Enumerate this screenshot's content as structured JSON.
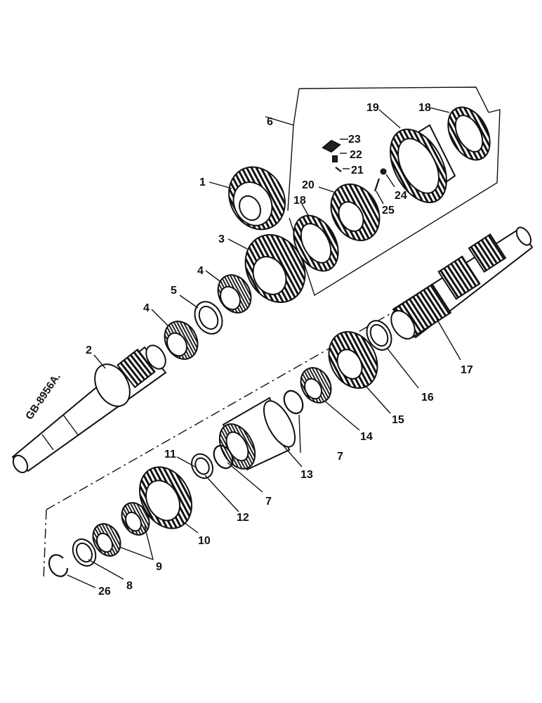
{
  "drawing_code": "GB-8956A.",
  "callouts": {
    "c1": "1",
    "c2": "2",
    "c3": "3",
    "c4a": "4",
    "c4b": "4",
    "c5": "5",
    "c6": "6",
    "c7a": "7",
    "c7b": "7",
    "c8": "8",
    "c9": "9",
    "c10": "10",
    "c11": "11",
    "c12": "12",
    "c13": "13",
    "c14": "14",
    "c15": "15",
    "c16": "16",
    "c17": "17",
    "c18a": "18",
    "c18b": "18",
    "c19": "19",
    "c20": "20",
    "c21": "21",
    "c22": "22",
    "c23": "23",
    "c24": "24",
    "c25": "25",
    "c26": "26"
  }
}
